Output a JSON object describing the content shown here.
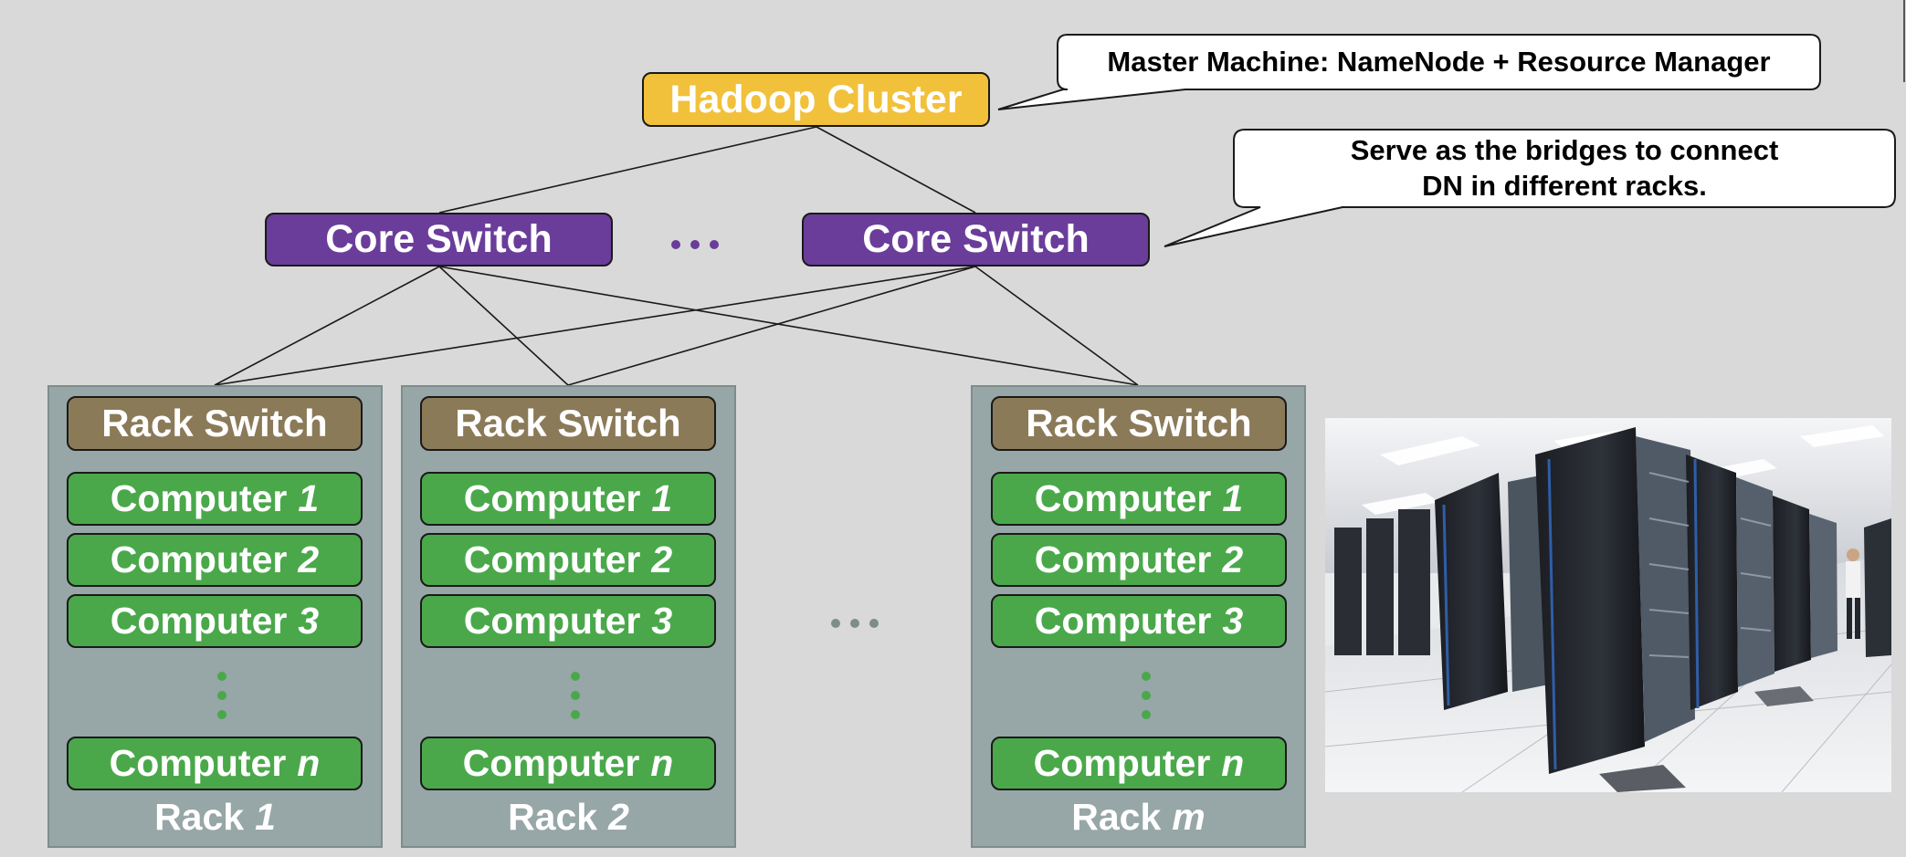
{
  "hadoop_cluster": {
    "label": "Hadoop Cluster",
    "color": "#f2c13b"
  },
  "core_switches": [
    {
      "label": "Core Switch"
    },
    {
      "label": "Core Switch"
    }
  ],
  "core_ellipsis_color": "#6a3d9a",
  "racks": [
    {
      "switch_label": "Rack Switch",
      "computers": [
        {
          "label": "Computer",
          "num": "1"
        },
        {
          "label": "Computer",
          "num": "2"
        },
        {
          "label": "Computer",
          "num": "3"
        },
        {
          "label": "Computer",
          "num": "n"
        }
      ],
      "rack_label": "Rack",
      "rack_num": "1"
    },
    {
      "switch_label": "Rack Switch",
      "computers": [
        {
          "label": "Computer",
          "num": "1"
        },
        {
          "label": "Computer",
          "num": "2"
        },
        {
          "label": "Computer",
          "num": "3"
        },
        {
          "label": "Computer",
          "num": "n"
        }
      ],
      "rack_label": "Rack",
      "rack_num": "2"
    },
    {
      "switch_label": "Rack Switch",
      "computers": [
        {
          "label": "Computer",
          "num": "1"
        },
        {
          "label": "Computer",
          "num": "2"
        },
        {
          "label": "Computer",
          "num": "3"
        },
        {
          "label": "Computer",
          "num": "n"
        }
      ],
      "rack_label": "Rack",
      "rack_num": "m"
    }
  ],
  "rack_ellipsis_color": "#7f8c8c",
  "callouts": {
    "master": "Master Machine: NameNode + Resource Manager",
    "bridges_line1": "Serve as the bridges to connect",
    "bridges_line2": "DN in different racks."
  },
  "colors": {
    "background": "#d9d9d9",
    "core_switch": "#6a3d9a",
    "rack_switch": "#8b7a58",
    "computer": "#4aa84b",
    "rack_panel": "#97a6a6"
  },
  "photo": {
    "icon": "datacenter-photo"
  }
}
